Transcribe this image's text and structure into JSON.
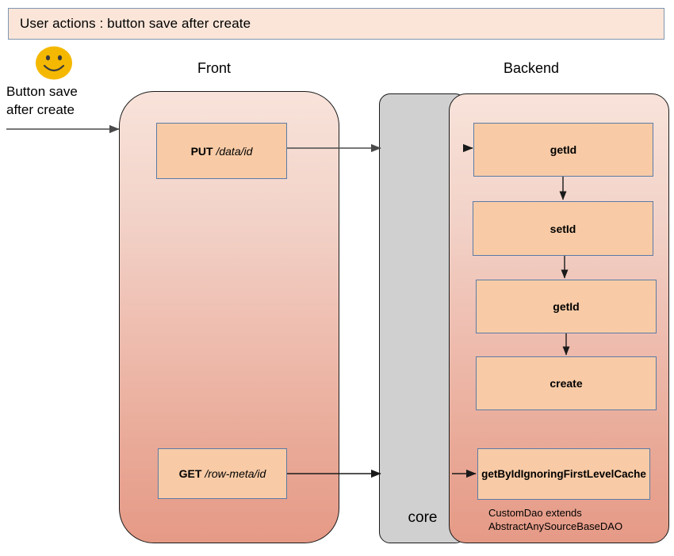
{
  "banner": {
    "title": "User actions : button save after create"
  },
  "actor": {
    "icon": "smiley-face-icon",
    "label_line1": "Button save",
    "label_line2": "after create"
  },
  "columns": {
    "front_caption": "Front",
    "backend_caption": "Backend",
    "core_caption": "core"
  },
  "front": {
    "boxes": [
      {
        "method": "PUT",
        "path": "/data/id"
      },
      {
        "method": "GET",
        "path": "/row-meta/id"
      }
    ]
  },
  "backend": {
    "boxes": [
      {
        "label": "getId"
      },
      {
        "label": "setId"
      },
      {
        "label": "getId"
      },
      {
        "label": "create"
      },
      {
        "label": "getByIdIgnoringFirstLevelCache"
      }
    ],
    "dao_note_line1": "CustomDao extends",
    "dao_note_line2": "AbstractAnySourceBaseDAO"
  },
  "colors": {
    "banner_fill": "#fae5d8",
    "banner_border": "#7f95b0",
    "box_fill": "#f8cba6",
    "box_border": "#5b7ba6",
    "panel_top": "#f8e3da",
    "panel_bottom": "#e59a86",
    "core_fill": "#d0d0d0",
    "smiley_fill": "#f5b800",
    "arrow_stroke": "#1a1a1a"
  }
}
